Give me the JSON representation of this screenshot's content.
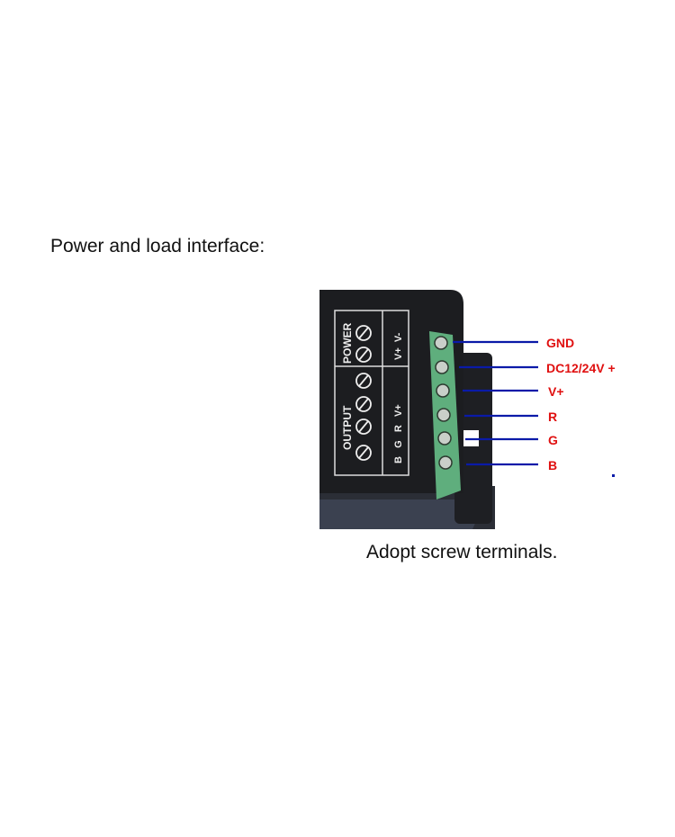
{
  "heading": "Power and load interface:",
  "caption": "Adopt screw terminals.",
  "figure": {
    "panel_labels": {
      "power": "POWER",
      "output": "OUTPUT",
      "power_pins": "V+  V-",
      "output_pins": "B   G   R   V+"
    },
    "callouts": [
      "GND",
      "DC12/24V +",
      "V+",
      "R",
      "G",
      "B"
    ],
    "colors": {
      "callout_text": "#e01010",
      "callout_line": "#0a1aa8",
      "terminal": "#5fae7d",
      "body": "#1c1d20"
    }
  }
}
